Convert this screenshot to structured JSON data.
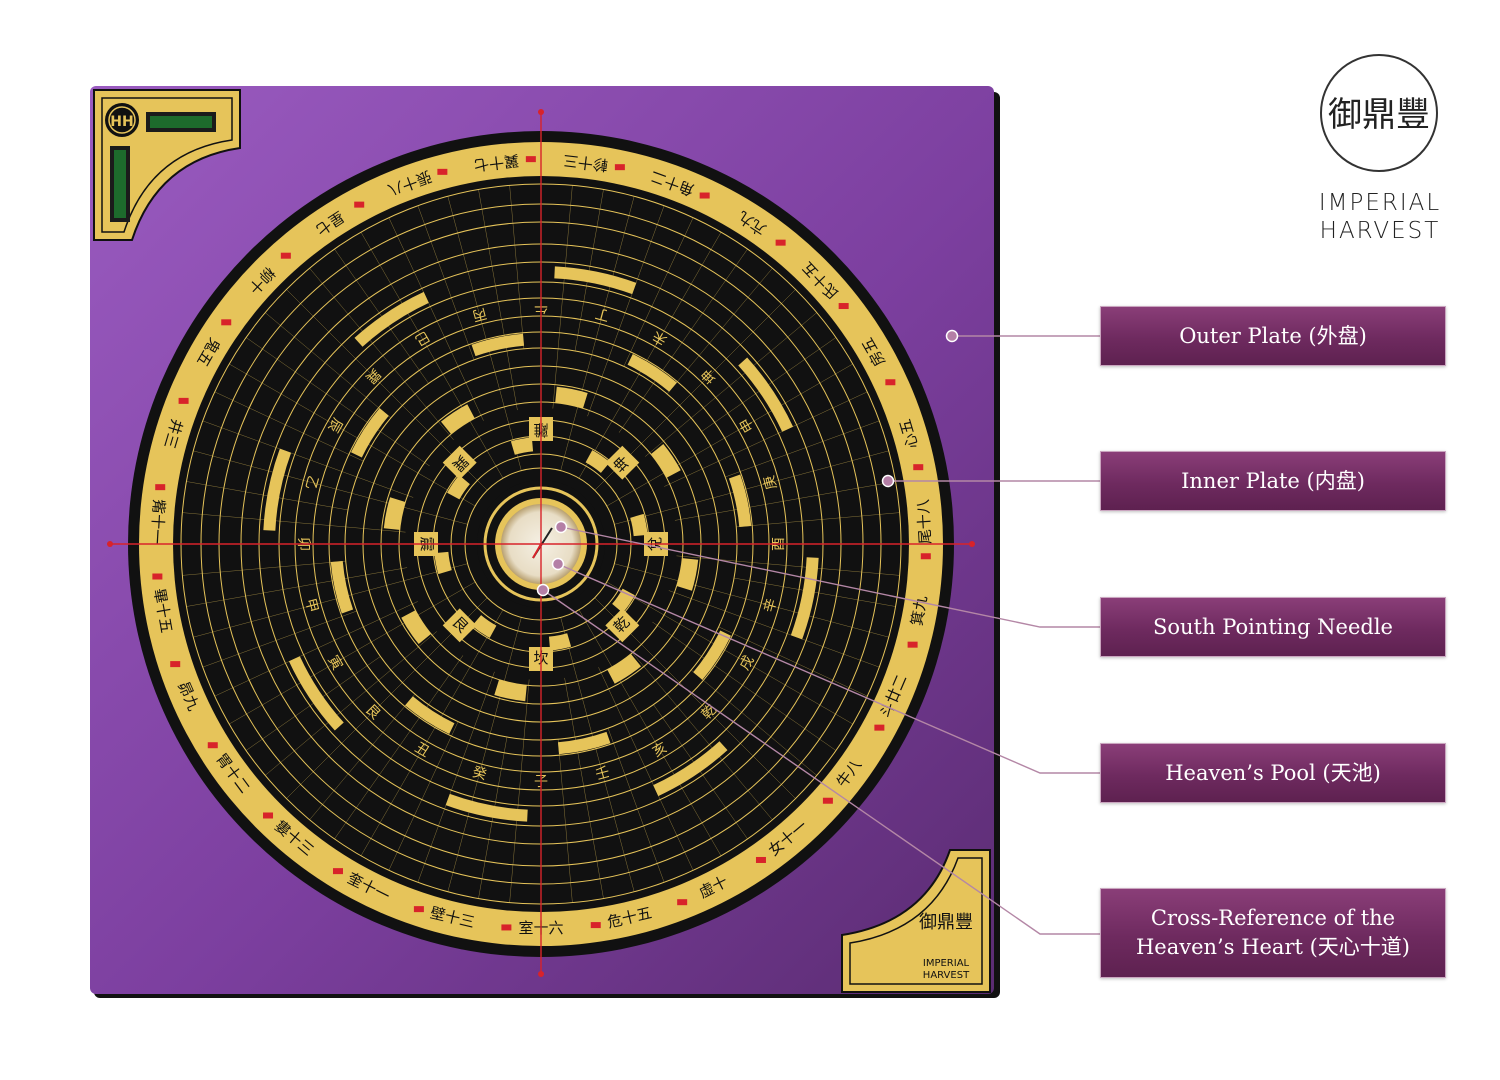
{
  "brand": {
    "line1": "IMPERIAL",
    "line2": "HARVEST",
    "mark_glyphs": "御鼎豐"
  },
  "callouts": [
    {
      "id": "outer-plate",
      "label": "Outer Plate (外盘)"
    },
    {
      "id": "inner-plate",
      "label": "Inner Plate (内盘)"
    },
    {
      "id": "south-pointing-needle",
      "label": "South Pointing Needle"
    },
    {
      "id": "heavens-pool",
      "label": "Heaven’s Pool (天池)"
    },
    {
      "id": "cross-reference",
      "label_line1": "Cross-Reference of the",
      "label_line2": "Heaven’s Heart (天心十道)"
    }
  ],
  "compass": {
    "corner_brand_line1": "IMPERIAL",
    "corner_brand_line2": "HARVEST",
    "corner_mark_glyphs": "御鼎豐",
    "corner_monogram": "HH",
    "outer_ring_text": [
      "室十六",
      "壁十三",
      "奎十一",
      "婁十三",
      "胃十二",
      "昴九",
      "畢十五",
      "觜十一",
      "井三",
      "鬼五",
      "柳十",
      "星七",
      "張十八",
      "翼十七",
      "軫十三",
      "角十二",
      "亢九",
      "氐十五",
      "房五",
      "心五",
      "尾十八",
      "箕九",
      "斗廿二",
      "牛八",
      "女十一",
      "虛十",
      "危十五"
    ],
    "inner_ring_text": [
      "子",
      "癸",
      "丑",
      "艮",
      "寅",
      "甲",
      "卯",
      "乙",
      "辰",
      "巽",
      "巳",
      "丙",
      "午",
      "丁",
      "未",
      "坤",
      "申",
      "庚",
      "酉",
      "辛",
      "戌",
      "乾",
      "亥",
      "壬"
    ],
    "trigram_labels": [
      "坎",
      "艮",
      "震",
      "巽",
      "離",
      "坤",
      "兌",
      "乾"
    ],
    "colors": {
      "base": "#7a3f97",
      "gold": "#e6c45a",
      "black": "#111111",
      "red": "#d8232a",
      "label_box": "#6e2a5f"
    }
  }
}
